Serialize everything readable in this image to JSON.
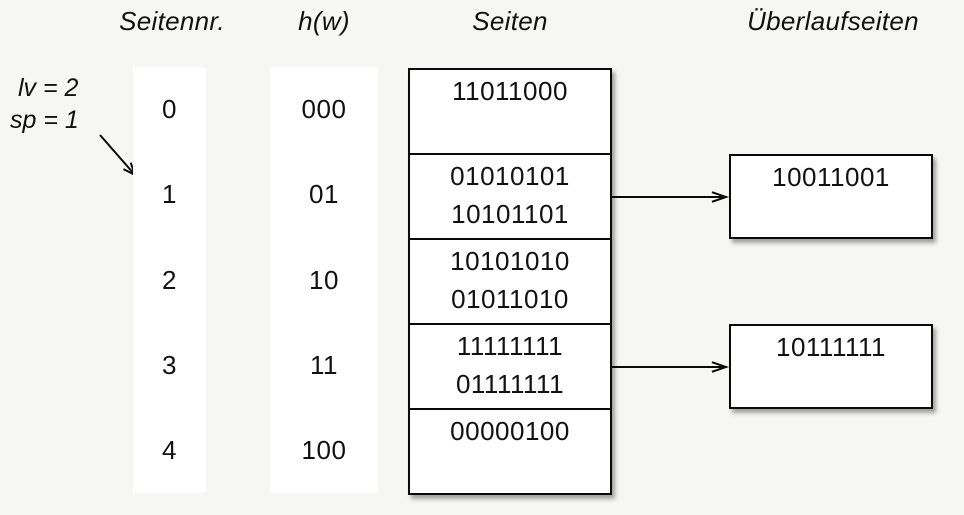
{
  "colors": {
    "background": "#f6f6f4",
    "box_fill": "#ffffff",
    "line": "#0a0a0a"
  },
  "annotation": {
    "level": "lv = 2",
    "split_pointer": "sp = 1"
  },
  "columns": {
    "page_number": "Seitennr.",
    "hash_value": "h(w)",
    "pages": "Seiten",
    "overflow_pages": "Überlaufseiten"
  },
  "buckets": [
    {
      "page_number": "0",
      "hash": "000",
      "entries": [
        "11011000",
        ""
      ],
      "overflow": ""
    },
    {
      "page_number": "1",
      "hash": "01",
      "entries": [
        "01010101",
        "10101101"
      ],
      "overflow": "10011001"
    },
    {
      "page_number": "2",
      "hash": "10",
      "entries": [
        "10101010",
        "01011010"
      ],
      "overflow": ""
    },
    {
      "page_number": "3",
      "hash": "11",
      "entries": [
        "11111111",
        "01111111"
      ],
      "overflow": "10111111"
    },
    {
      "page_number": "4",
      "hash": "100",
      "entries": [
        "00000100",
        ""
      ],
      "overflow": ""
    }
  ]
}
